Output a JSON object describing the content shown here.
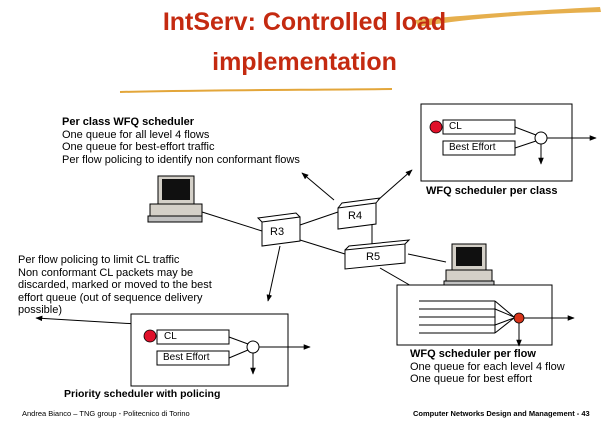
{
  "slide": {
    "title_line1": "IntServ: Controlled load",
    "title_line2": "implementation"
  },
  "per_class_block": {
    "heading": "Per class WFQ scheduler",
    "lines": [
      "One queue for all level 4 flows",
      "One queue for best-effort traffic",
      "Per flow policing to identify non conformant flows"
    ]
  },
  "policing_block": {
    "lines": [
      "Per flow policing to limit CL traffic",
      "Non conformant CL packets may be",
      "discarded, marked or moved to the best",
      "effort queue (out of sequence delivery",
      "possible)"
    ]
  },
  "routers": {
    "r3": "R3",
    "r4": "R4",
    "r5": "R5"
  },
  "top_right_box": {
    "queue_cl": "CL",
    "queue_be": "Best Effort",
    "caption": "WFQ scheduler per class"
  },
  "bottom_left_box": {
    "queue_cl": "CL",
    "queue_be": "Best Effort",
    "caption": "Priority scheduler with policing"
  },
  "bottom_right_box": {
    "caption_heading": "WFQ scheduler per flow",
    "caption_lines": [
      "One queue for each level 4 flow",
      "One queue for best effort"
    ]
  },
  "footer": {
    "left": "Andrea Bianco – TNG group - Politecnico di Torino",
    "right": "Computer Networks Design and Management - 43"
  },
  "colors": {
    "title": "#c42a10",
    "highlight_stroke": "#e3a63a",
    "cl_dot": "#e0102a",
    "flow_dot": "#d8341a"
  }
}
